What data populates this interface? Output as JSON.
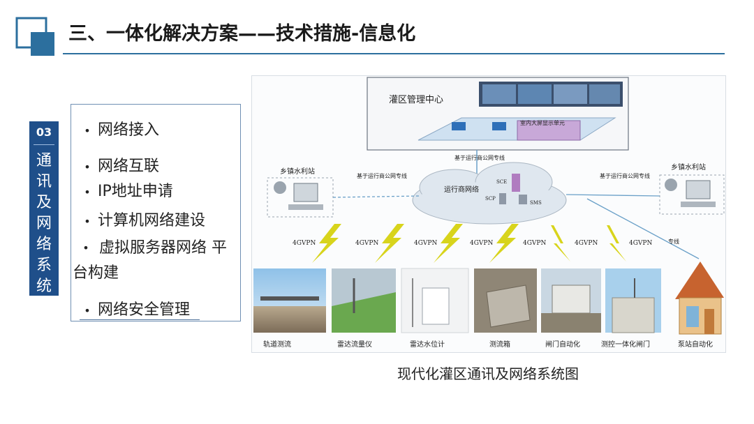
{
  "title": "三、一体化解决方案——技术措施-信息化",
  "tag": {
    "number": "03",
    "chars": [
      "通",
      "讯",
      "及",
      "网",
      "络",
      "系",
      "统"
    ]
  },
  "bullets": [
    "网络接入",
    "网络互联",
    "IP地址申请",
    "计算机网络建设",
    "虚拟服务器网络 平台构建",
    "网络安全管理"
  ],
  "diagram": {
    "center": "灌区管理中心",
    "screen": "室内大屏显示单元",
    "link_center": "基于运行商公网专线",
    "link_left": "基于运行商公网专线",
    "link_right": "基于运行商公网专线",
    "cloud": "运行商网络",
    "cloud_nodes": [
      "SCE",
      "SCP",
      "SMS"
    ],
    "station_left": "乡镇水利站",
    "station_right": "乡镇水利站",
    "vpn_label": "4GVPN",
    "dedicated": "专线",
    "devices": [
      "轨道测流",
      "雷达流量仪",
      "雷达水位计",
      "测流箱",
      "闸门自动化",
      "测控一体化闸门",
      "泵站自动化"
    ]
  },
  "caption": "现代化灌区通讯及网络系统图",
  "colors": {
    "brand": "#1f4f8a",
    "accent": "#2c6f9e",
    "bolt": "#d8d41c"
  }
}
